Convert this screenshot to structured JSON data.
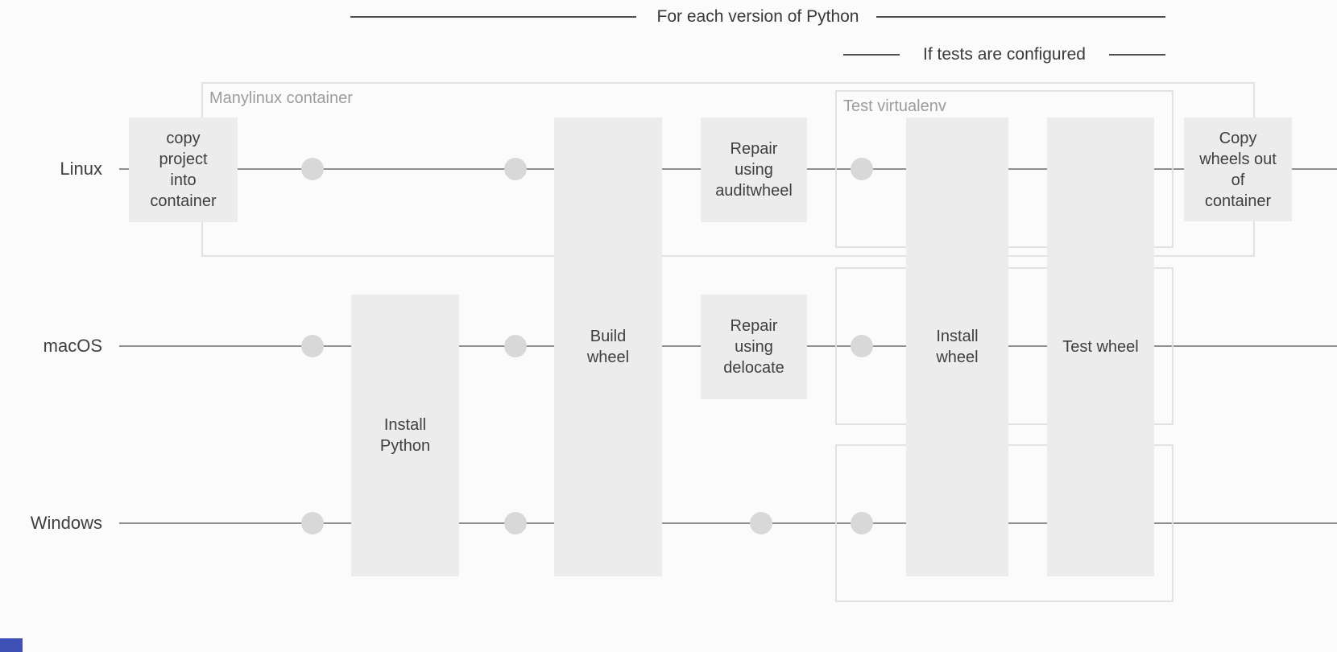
{
  "brackets": {
    "for_each_python": "For each version of Python",
    "if_tests": "If tests are configured"
  },
  "lanes": [
    {
      "label": "Linux"
    },
    {
      "label": "macOS"
    },
    {
      "label": "Windows"
    }
  ],
  "containers": {
    "manylinux_label": "Manylinux container",
    "virtualenv_label": "Test virtualenv"
  },
  "steps": {
    "copy_in": "copy\nproject\ninto\ncontainer",
    "install_python": "Install\nPython",
    "build_wheel": "Build\nwheel",
    "repair_auditwheel": "Repair\nusing\nauditwheel",
    "repair_delocate": "Repair\nusing\ndelocate",
    "install_wheel": "Install\nwheel",
    "test_wheel": "Test wheel",
    "copy_out": "Copy\nwheels out\nof\ncontainer"
  },
  "diagram": {
    "type": "pipeline-flow",
    "lanes": [
      "Linux",
      "macOS",
      "Windows"
    ],
    "steps_by_lane": {
      "Linux": [
        "copy project into container",
        "Build wheel",
        "Repair using auditwheel",
        "Install wheel",
        "Test wheel",
        "Copy wheels out of container"
      ],
      "macOS": [
        "Install Python",
        "Build wheel",
        "Repair using delocate",
        "Install wheel",
        "Test wheel"
      ],
      "Windows": [
        "Install Python",
        "Build wheel",
        "Install wheel",
        "Test wheel"
      ]
    },
    "groups": {
      "Manylinux container": [
        "Linux"
      ],
      "Test virtualenv": [
        "Linux",
        "macOS",
        "Windows"
      ]
    }
  },
  "colors": {
    "background": "#fbfbfb",
    "step_fill": "#ececec",
    "step_text": "#3f3f3f",
    "lane_line": "#8f8f8f",
    "dot_fill": "#d8d8d8",
    "container_border": "#e2e2e2",
    "container_label": "#9c9c9c",
    "bracket_line": "#4f4f4f",
    "bracket_text": "#3a3a3a",
    "accent_blue": "#3f51b5"
  }
}
